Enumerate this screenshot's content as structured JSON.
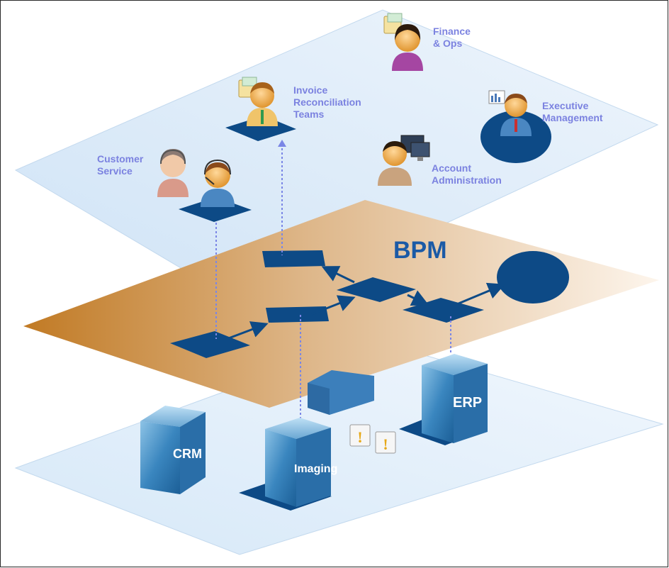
{
  "title": "BPM",
  "roles": {
    "finance": [
      "Finance",
      "& Ops"
    ],
    "invoice": [
      "Invoice",
      "Reconciliation",
      "Teams"
    ],
    "executive": [
      "Executive",
      "Management"
    ],
    "customer": [
      "Customer",
      "Service"
    ],
    "account": [
      "Account",
      "Administration"
    ]
  },
  "systems": {
    "crm": "CRM",
    "imaging": "Imaging",
    "erp": "ERP"
  },
  "alerts": [
    "!",
    "!"
  ],
  "colors": {
    "navy": "#0d4a86",
    "label": "#7b82e0",
    "title": "#1b5aa6",
    "bpm_plane_start": "#c4822e",
    "bpm_plane_end": "#fbf0e2",
    "blue_plane": "#d8e9f8",
    "connector": "#7a86e6"
  }
}
